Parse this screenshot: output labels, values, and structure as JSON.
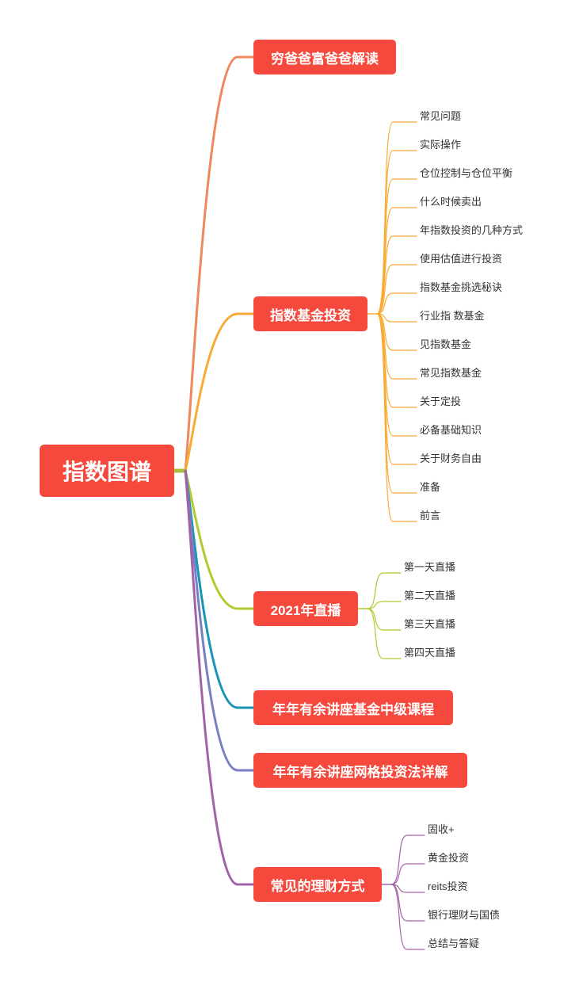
{
  "root": {
    "label": "指数图谱"
  },
  "branches": [
    {
      "label": "穷爸爸富爸爸解读",
      "color": "#f0875e",
      "children": []
    },
    {
      "label": "指数基金投资",
      "color": "#f8ab34",
      "children": [
        "常见问题",
        "实际操作",
        "仓位控制与仓位平衡",
        "什么时候卖出",
        "年指数投资的几种方式",
        "使用估值进行投资",
        "指数基金挑选秘诀",
        "行业指 数基金",
        "见指数基金",
        "常见指数基金",
        "关于定投",
        "必备基础知识",
        "关于财务自由",
        "准备",
        "前言"
      ]
    },
    {
      "label": "2021年直播",
      "color": "#b5c82f",
      "children": [
        "第一天直播",
        "第二天直播",
        "第三天直播",
        "第四天直播"
      ]
    },
    {
      "label": "年年有余讲座基金中级课程",
      "color": "#1795b6",
      "children": []
    },
    {
      "label": "年年有余讲座网格投资法详解",
      "color": "#7a7ec3",
      "children": []
    },
    {
      "label": "常见的理财方式",
      "color": "#a064a6",
      "children": [
        "固收+",
        "黄金投资",
        "reits投资",
        "银行理财与国债",
        "总结与答疑"
      ]
    }
  ],
  "colors": {
    "node_fill": "#f4493c",
    "node_text": "#ffffff",
    "leaf_text": "#333333",
    "root_link": "#a9c03a"
  }
}
